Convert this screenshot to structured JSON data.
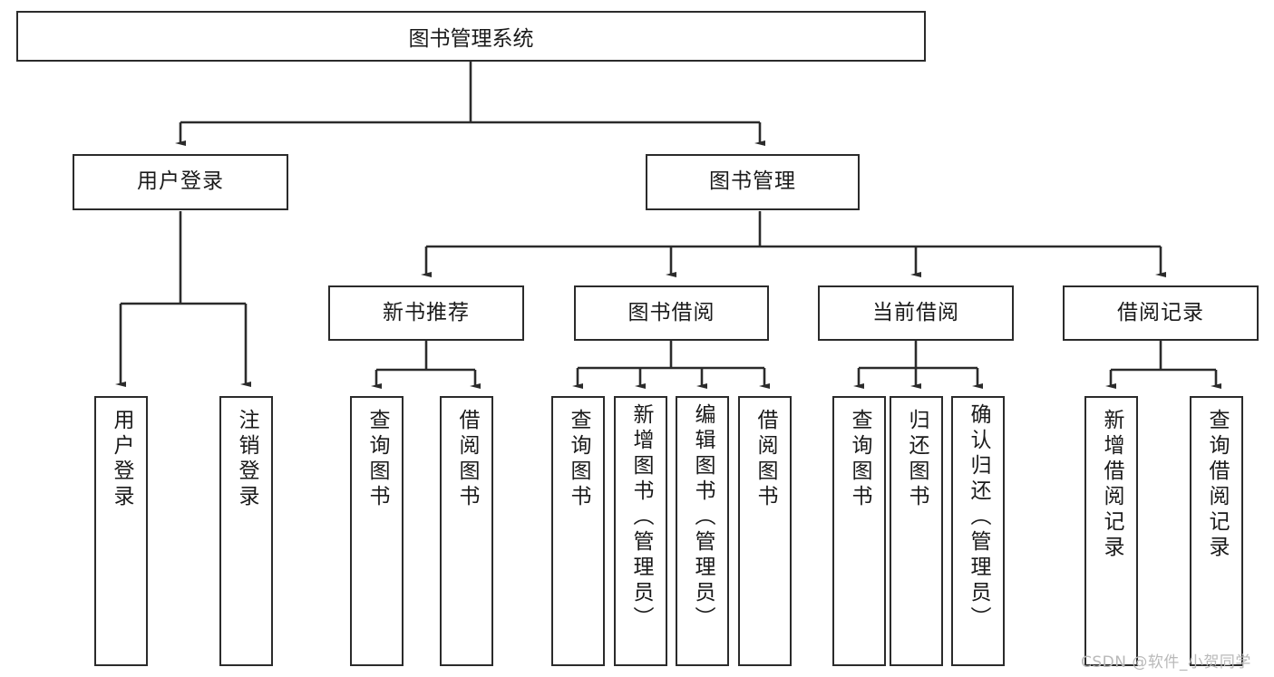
{
  "diagram": {
    "type": "tree-hierarchy",
    "title": "图书管理系统",
    "root": {
      "label": "图书管理系统"
    },
    "level2": [
      {
        "id": "user-login",
        "label": "用户登录"
      },
      {
        "id": "book-management",
        "label": "图书管理"
      }
    ],
    "level3": [
      {
        "id": "new-book-recommend",
        "label": "新书推荐",
        "parent": "book-management"
      },
      {
        "id": "book-borrow",
        "label": "图书借阅",
        "parent": "book-management"
      },
      {
        "id": "current-borrow",
        "label": "当前借阅",
        "parent": "book-management"
      },
      {
        "id": "borrow-record",
        "label": "借阅记录",
        "parent": "book-management"
      }
    ],
    "leaves": {
      "user-login": [
        {
          "id": "leaf-user-login",
          "label": "用户登录"
        },
        {
          "id": "leaf-logout",
          "label": "注销登录"
        }
      ],
      "new-book-recommend": [
        {
          "id": "leaf-query-book-1",
          "label": "查询图书"
        },
        {
          "id": "leaf-borrow-book-1",
          "label": "借阅图书"
        }
      ],
      "book-borrow": [
        {
          "id": "leaf-query-book-2",
          "label": "查询图书"
        },
        {
          "id": "leaf-add-book",
          "label": "新增图书（管理员）"
        },
        {
          "id": "leaf-edit-book",
          "label": "编辑图书（管理员）"
        },
        {
          "id": "leaf-borrow-book-2",
          "label": "借阅图书"
        }
      ],
      "current-borrow": [
        {
          "id": "leaf-query-book-3",
          "label": "查询图书"
        },
        {
          "id": "leaf-return-book",
          "label": "归还图书"
        },
        {
          "id": "leaf-confirm-return",
          "label": "确认归还（管理员）"
        }
      ],
      "borrow-record": [
        {
          "id": "leaf-add-record",
          "label": "新增借阅记录"
        },
        {
          "id": "leaf-query-record",
          "label": "查询借阅记录"
        }
      ]
    }
  },
  "watermark": {
    "text": "CSDN @软件_小贺同学"
  },
  "colors": {
    "border": "#2b2b2b",
    "background": "#ffffff",
    "text": "#1a1a1a",
    "watermark": "#b9b9b9"
  }
}
